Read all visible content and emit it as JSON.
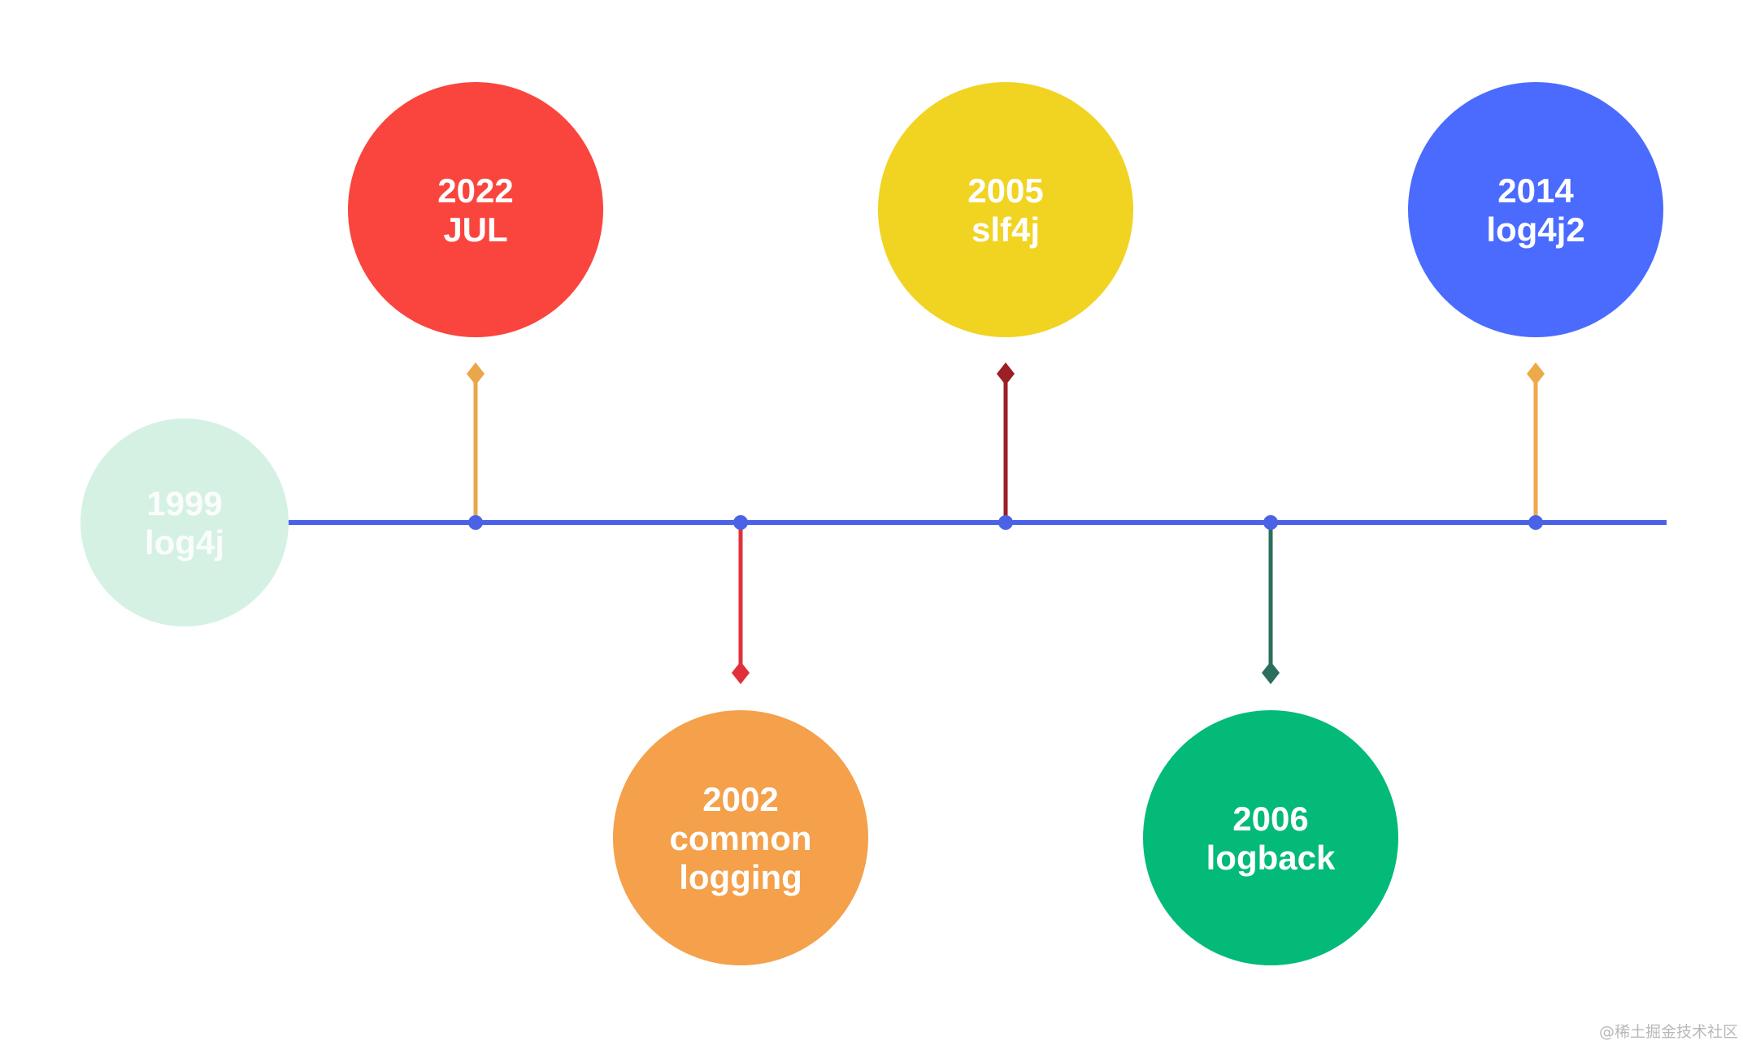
{
  "timeline": {
    "axis_color": "#4a63e6",
    "nodes": [
      {
        "id": "log4j",
        "lines": [
          "1999",
          "log4j"
        ],
        "color": "#d5f1e4",
        "text_color": "#ffffff",
        "connector_color": null,
        "side": "center"
      },
      {
        "id": "jul",
        "lines": [
          "2022",
          "JUL"
        ],
        "color": "#f9453d",
        "text_color": "#ffffff",
        "connector_color": "#eaa64a",
        "side": "top"
      },
      {
        "id": "common-logging",
        "lines": [
          "2002",
          "common",
          "logging"
        ],
        "color": "#f5a04a",
        "text_color": "#ffffff",
        "connector_color": "#e0303a",
        "side": "bottom"
      },
      {
        "id": "slf4j",
        "lines": [
          "2005",
          "slf4j"
        ],
        "color": "#f1d322",
        "text_color": "#ffffff",
        "connector_color": "#9b1f24",
        "side": "top"
      },
      {
        "id": "logback",
        "lines": [
          "2006",
          "logback"
        ],
        "color": "#03ba79",
        "text_color": "#ffffff",
        "connector_color": "#2c6e5d",
        "side": "bottom"
      },
      {
        "id": "log4j2",
        "lines": [
          "2014",
          "log4j2"
        ],
        "color": "#4a6bfe",
        "text_color": "#ffffff",
        "connector_color": "#eea94a",
        "side": "top"
      }
    ]
  },
  "watermark": "@稀土掘金技术社区"
}
